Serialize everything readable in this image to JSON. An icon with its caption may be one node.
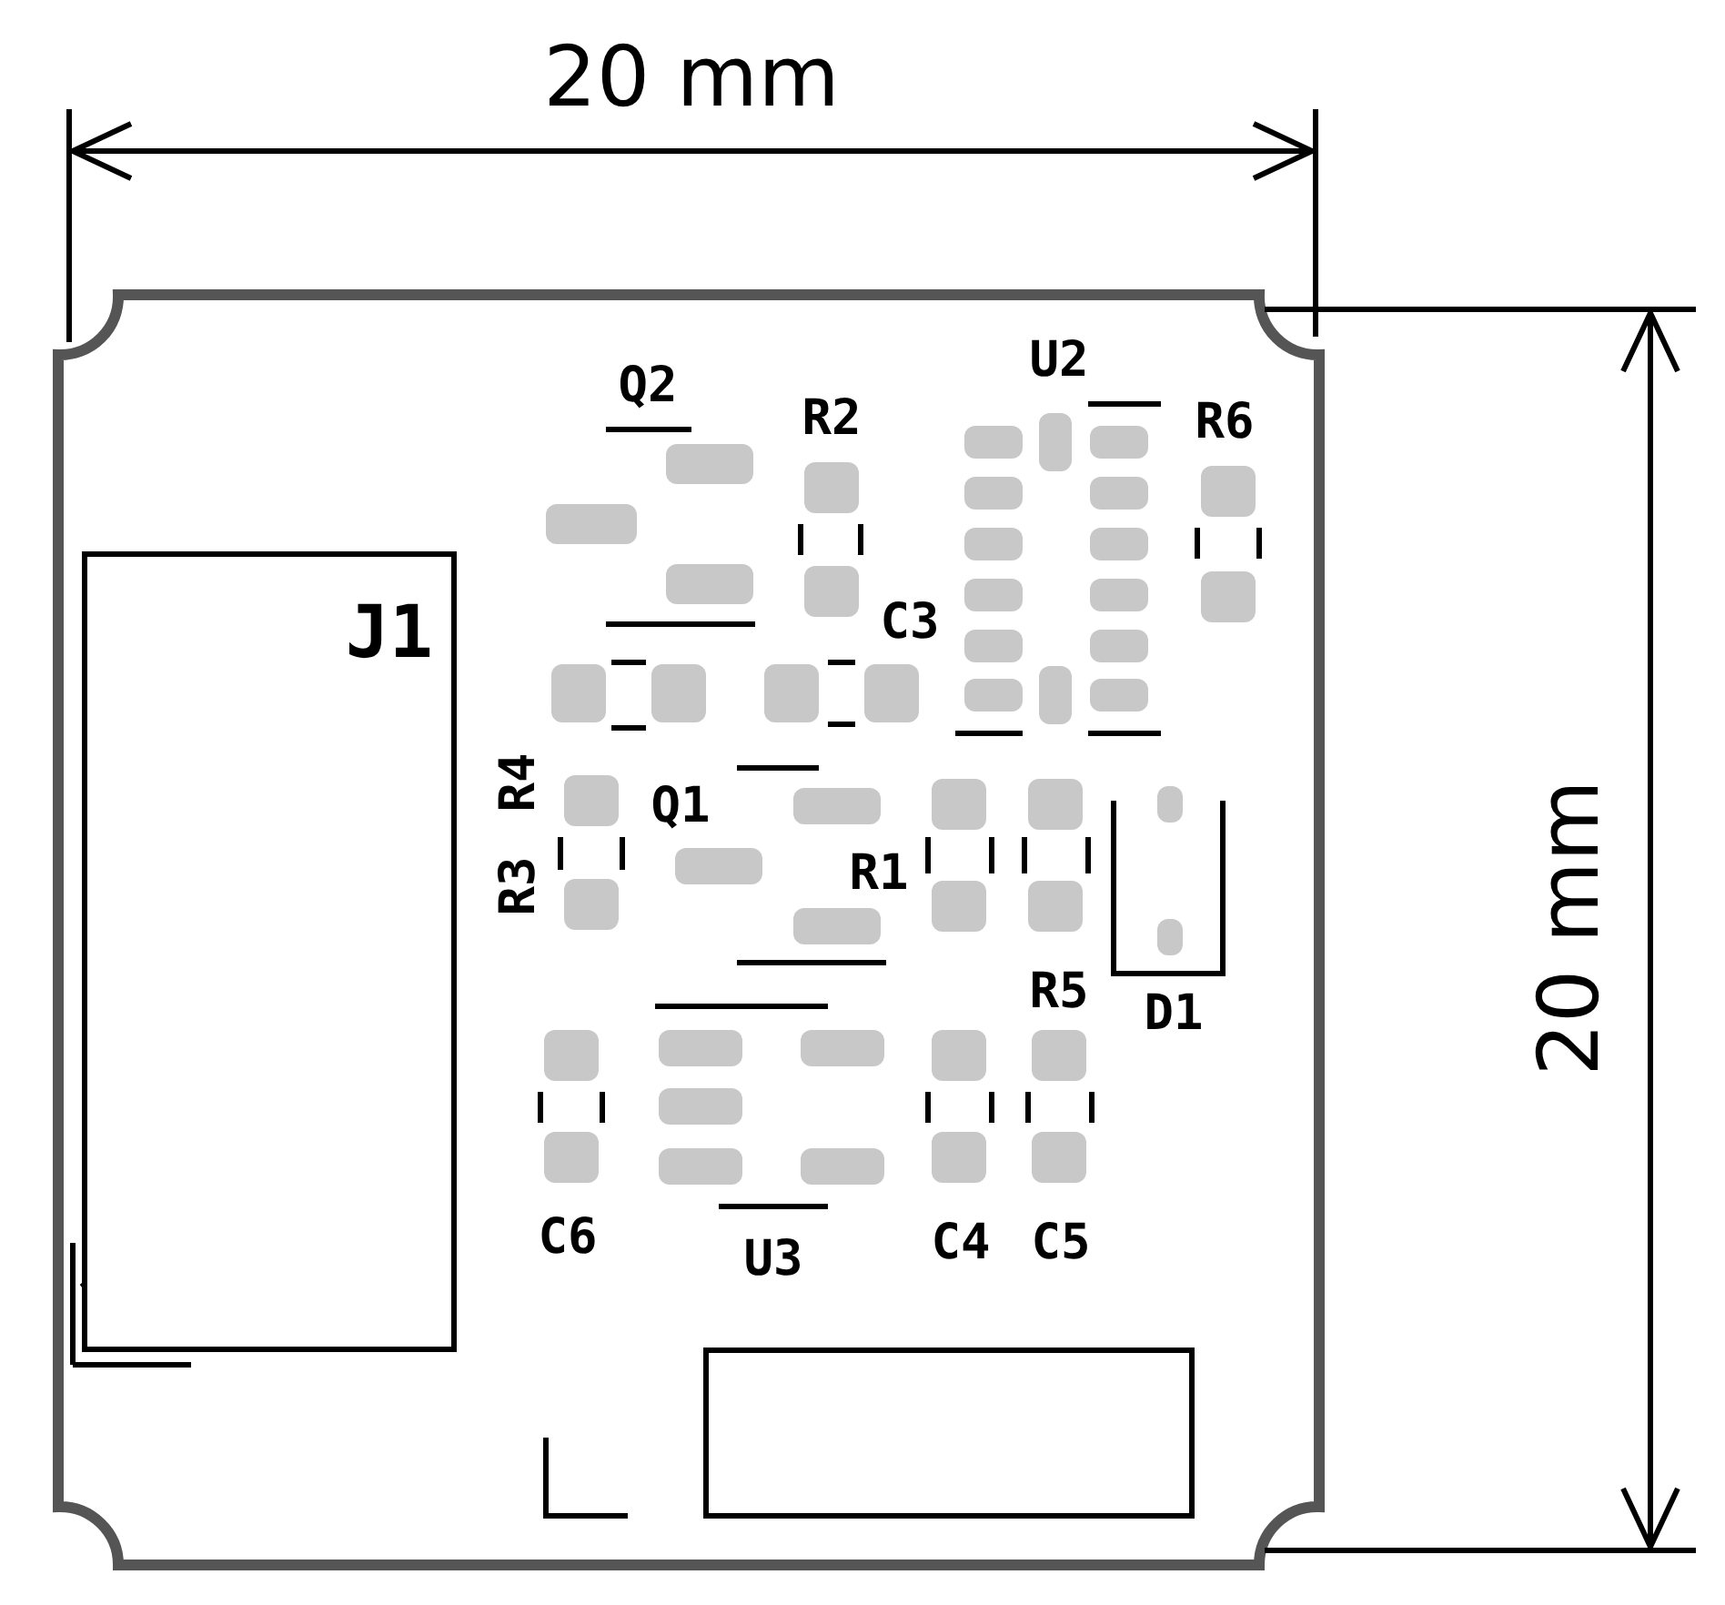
{
  "diagram": {
    "nodes": [
      {
        "text": [
          "J1"
        ]
      }
    ],
    "labels": [
      "20 mm",
      "Q2",
      "U2",
      "R2",
      "R6",
      "C3",
      "R4",
      "Q1",
      "R1",
      "R3",
      "R5",
      "D1",
      "C6",
      "C4",
      "C5",
      "U3",
      "20 mm"
    ]
  }
}
